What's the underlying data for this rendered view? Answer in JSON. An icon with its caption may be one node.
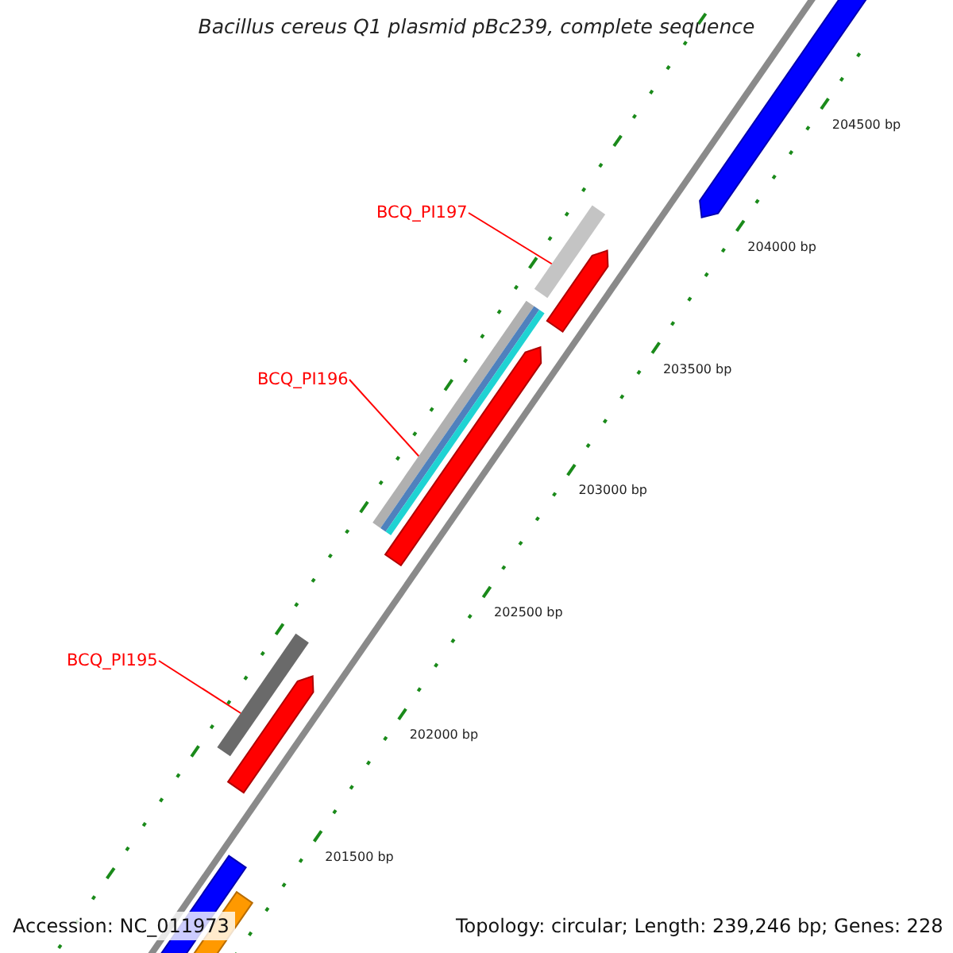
{
  "diagram": {
    "title": "Bacillus cereus Q1 plasmid pBc239, complete sequence",
    "nodes": [
      {
        "text": [
          "BCQ_PI197"
        ]
      },
      {
        "text": [],
        "shape": "bar"
      },
      {
        "text": [
          "BCQ_PI196"
        ]
      },
      {
        "text": [],
        "shape": "bar"
      },
      {
        "text": [
          "BCQ_PI195"
        ]
      },
      {
        "text": [],
        "shape": "bar"
      }
    ],
    "edges": [
      {
        "from": 0,
        "to": 1,
        "arrow": "none"
      },
      {
        "from": 2,
        "to": 3,
        "arrow": "none"
      },
      {
        "from": 4,
        "to": 5,
        "arrow": "none"
      }
    ],
    "labels": [
      "204500 bp",
      "204000 bp",
      "203500 bp",
      "203000 bp",
      "202500 bp",
      "202000 bp",
      "201500 bp",
      "Accession: NC_011973",
      "Topology: circular; Length: 239,246 bp; Genes: 228"
    ]
  }
}
